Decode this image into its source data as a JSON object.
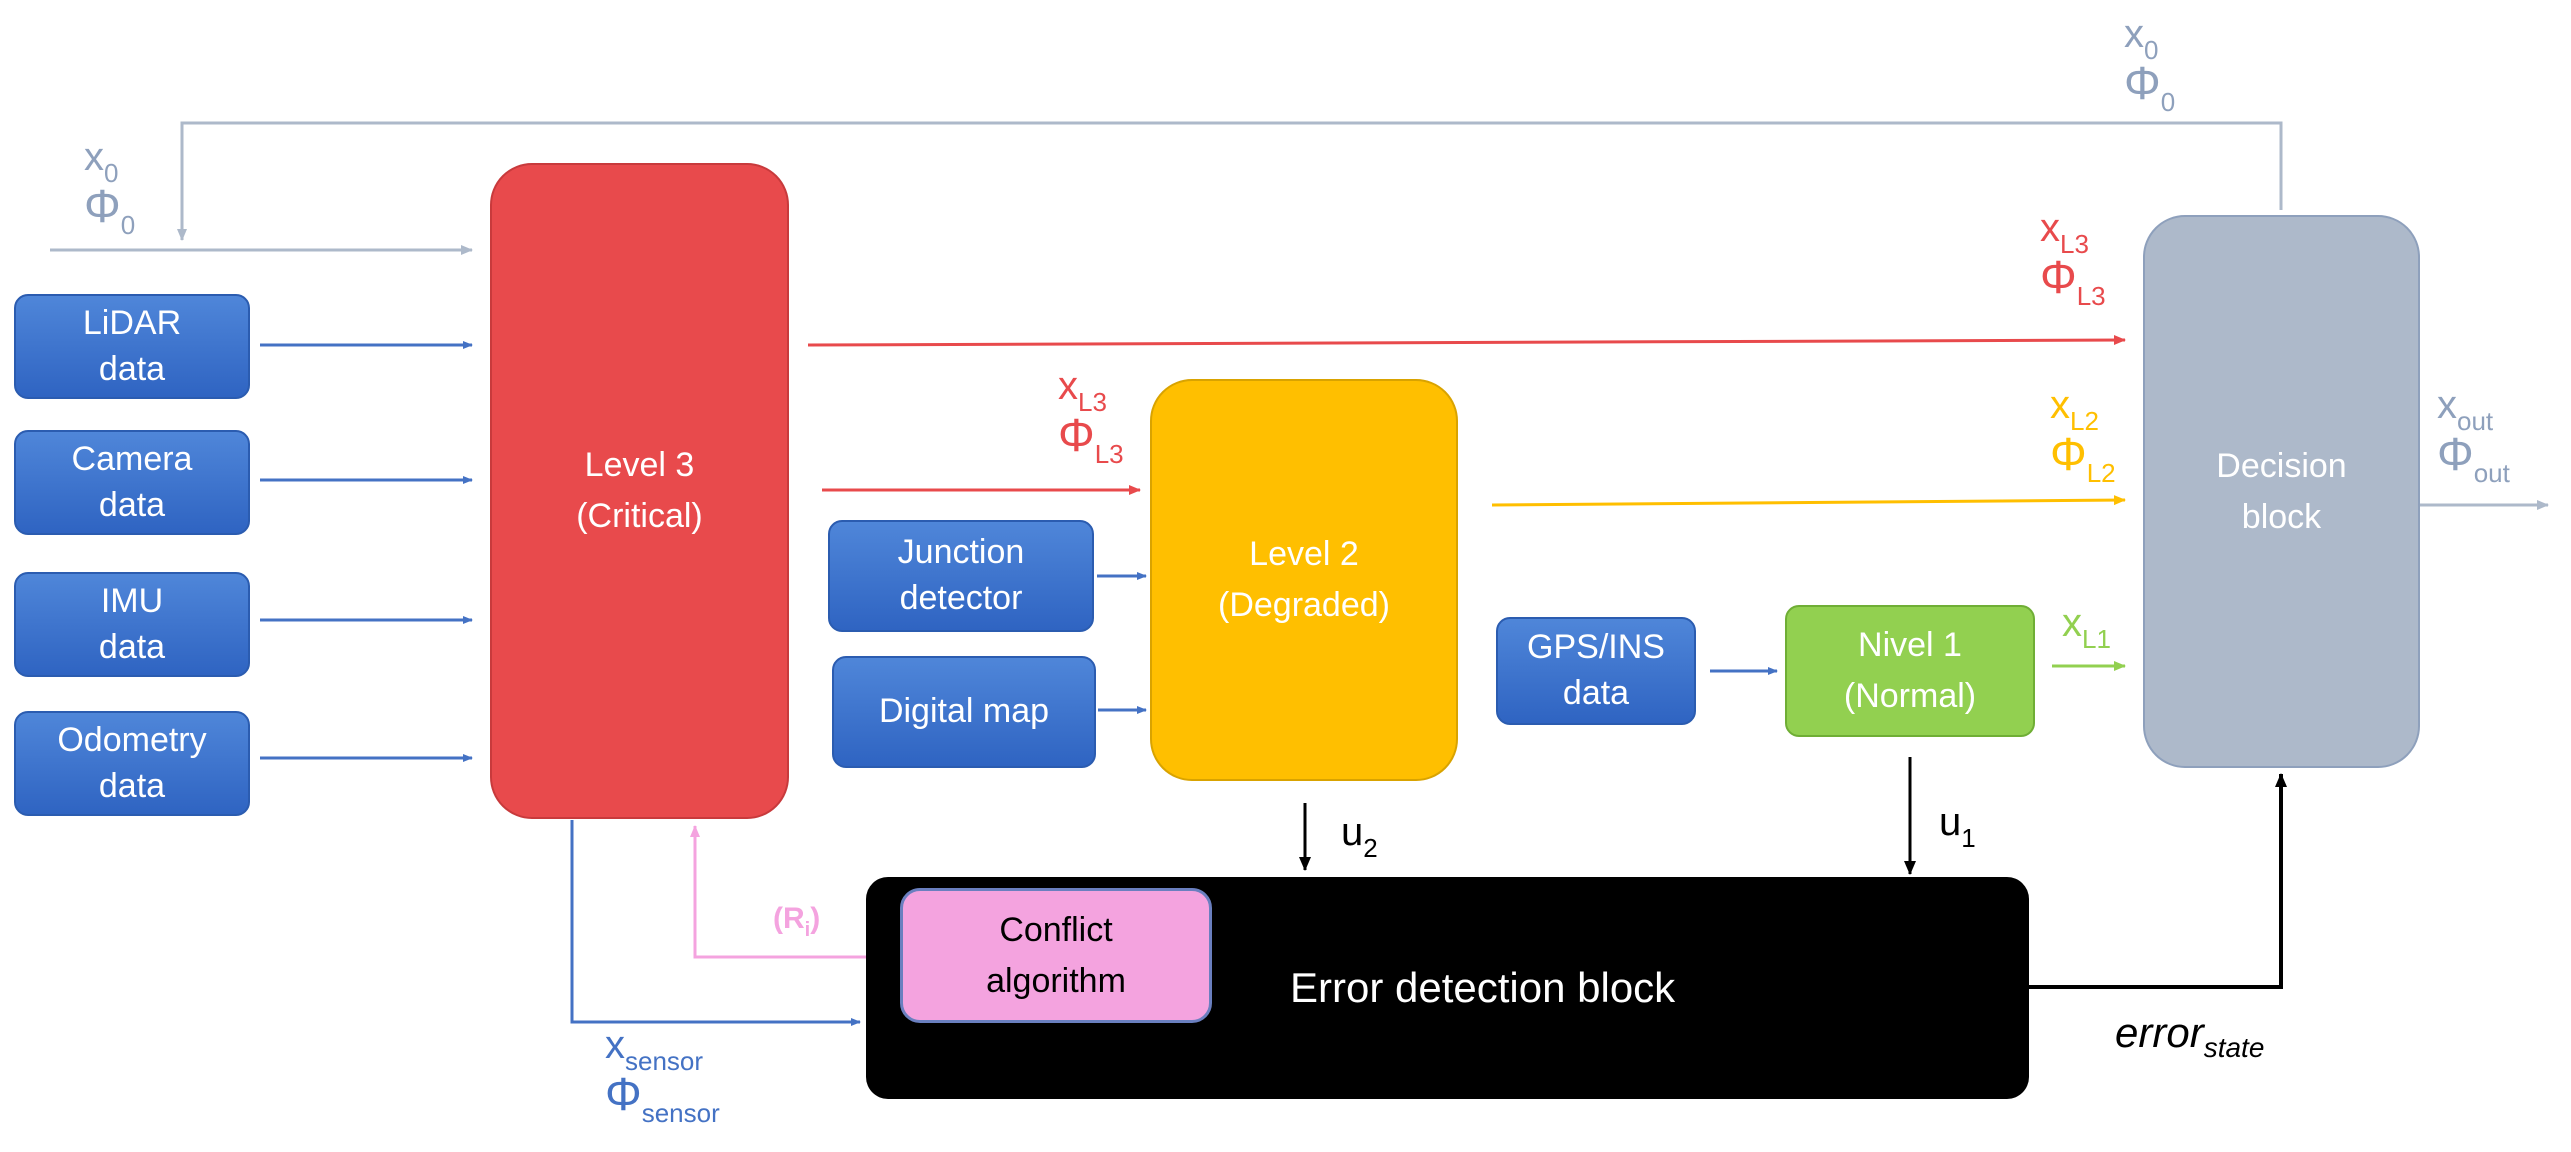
{
  "sensors": [
    {
      "label": "LiDAR\ndata"
    },
    {
      "label": "Camera\ndata"
    },
    {
      "label": "IMU\ndata"
    },
    {
      "label": "Odometry\ndata"
    }
  ],
  "level3": {
    "label": "Level 3\n(Critical)"
  },
  "level2": {
    "label": "Level 2\n(Degraded)"
  },
  "junction": {
    "label": "Junction\ndetector"
  },
  "digital_map": {
    "label": "Digital map"
  },
  "gps_ins": {
    "label": "GPS/INS\ndata"
  },
  "nivel1": {
    "label": "Nivel 1\n(Normal)"
  },
  "decision": {
    "label": "Decision\nblock"
  },
  "error_block": {
    "label": "Error detection block"
  },
  "conflict": {
    "label": "Conflict\nalgorithm"
  },
  "labels": {
    "x0_input": {
      "x": "x",
      "x_sub": "0",
      "phi": "Φ",
      "phi_sub": "0"
    },
    "x0_feedback": {
      "x": "x",
      "x_sub": "0",
      "phi": "Φ",
      "phi_sub": "0"
    },
    "l3_top": {
      "x": "x",
      "x_sub": "L3",
      "phi": "Φ",
      "phi_sub": "L3"
    },
    "l3_mid": {
      "x": "x",
      "x_sub": "L3",
      "phi": "Φ",
      "phi_sub": "L3"
    },
    "l2": {
      "x": "x",
      "x_sub": "L2",
      "phi": "Φ",
      "phi_sub": "L2"
    },
    "l1": {
      "x": "x",
      "x_sub": "L1"
    },
    "out": {
      "x": "x",
      "x_sub": "out",
      "phi": "Φ",
      "phi_sub": "out"
    },
    "sensor": {
      "x": "x",
      "x_sub": "sensor",
      "phi": "Φ",
      "phi_sub": "sensor"
    },
    "u2": {
      "main": "u",
      "sub": "2"
    },
    "u1": {
      "main": "u",
      "sub": "1"
    },
    "ri": {
      "main": "(R",
      "sub": "i",
      "close": ")"
    },
    "error_state": {
      "main": "error",
      "sub": "state"
    }
  },
  "colors": {
    "blue": "#4472c4",
    "red": "#e84a4c",
    "yellow": "#ffbf00",
    "green": "#92d050",
    "gray": "#adb9ca",
    "pink": "#f4a3df",
    "black": "#000000"
  }
}
